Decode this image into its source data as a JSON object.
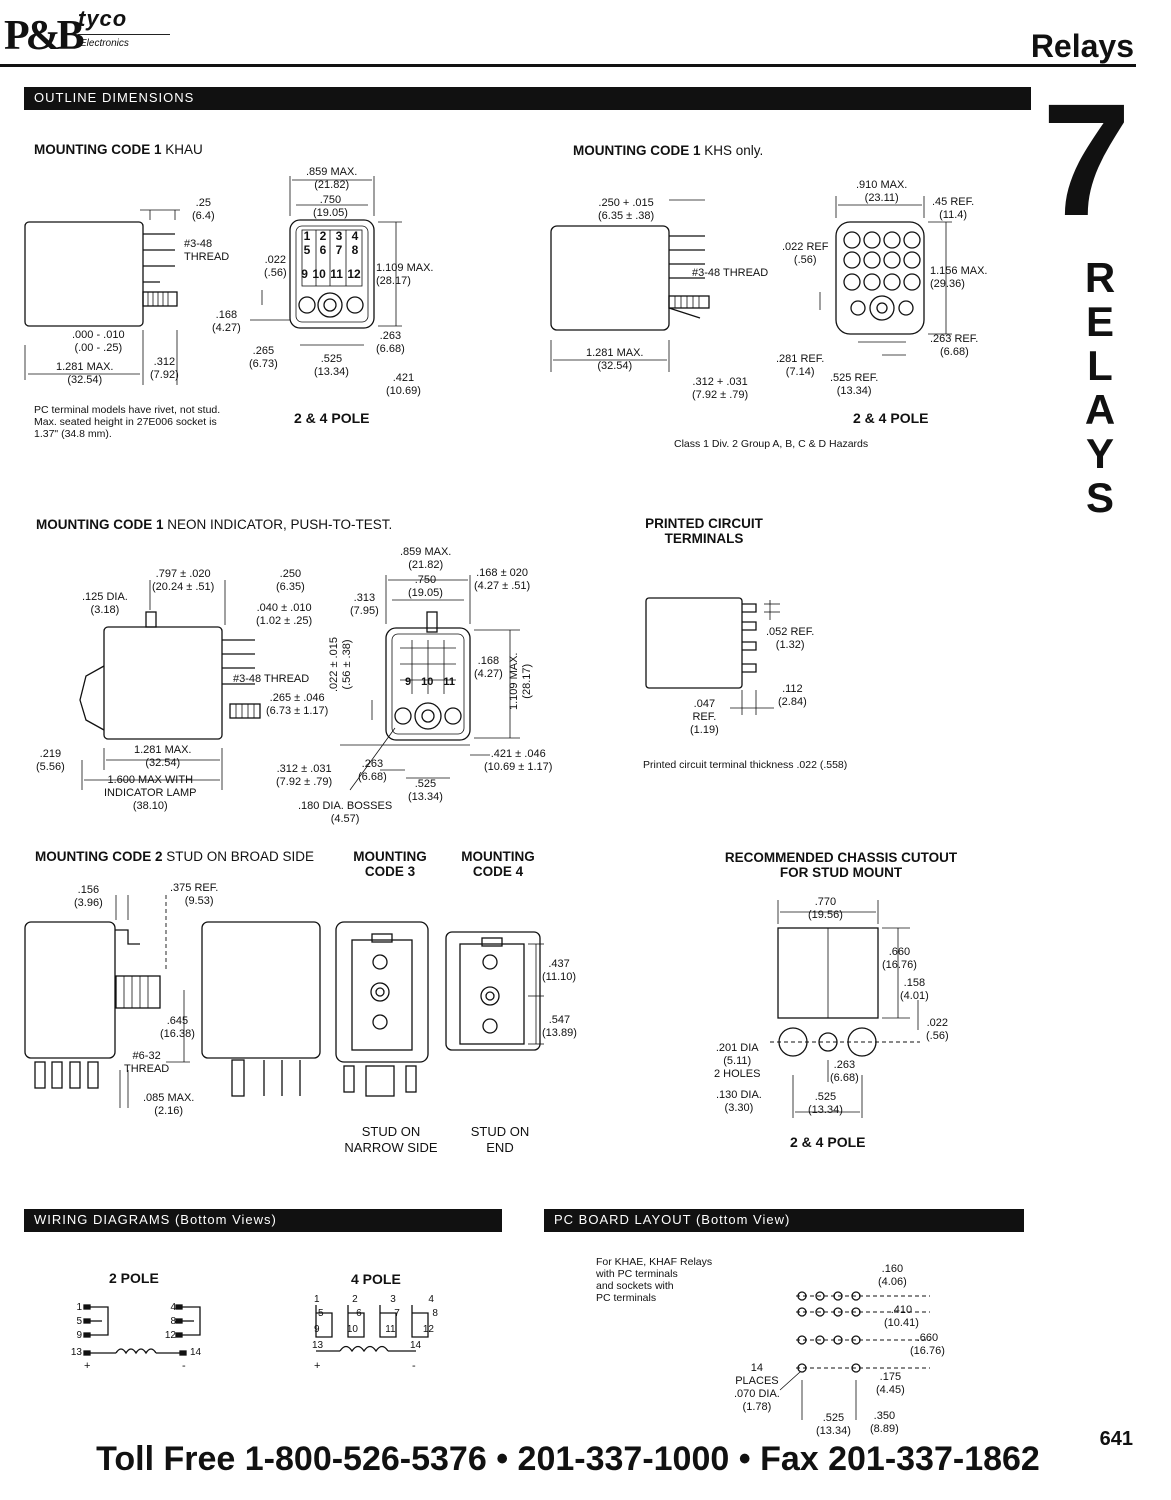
{
  "header": {
    "logo_pb": "P&B",
    "logo_tyco": "tyco",
    "logo_electronics": "Electronics",
    "title": "Relays"
  },
  "side_tab": {
    "number": "7",
    "word": [
      "R",
      "E",
      "L",
      "A",
      "Y",
      "S"
    ]
  },
  "sections": {
    "outline": "OUTLINE DIMENSIONS",
    "wiring": "WIRING DIAGRAMS (Bottom Views)",
    "pcb": "PC BOARD LAYOUT (Bottom View)"
  },
  "mc1_khau": {
    "heading_bold": "MOUNTING CODE 1",
    "heading_normal": "KHAU",
    "dim_859": ".859 MAX.",
    "dim_2182": "(21.82)",
    "dim_750": ".750",
    "dim_1905": "(19.05)",
    "dim_25": ".25",
    "dim_64": "(6.4)",
    "thread": "#3-48\nTHREAD",
    "dim_022": ".022",
    "dim_056": "(.56)",
    "dim_1109": "1.109 MAX.",
    "dim_2817": "(28.17)",
    "dim_168": ".168",
    "dim_427": "(4.27)",
    "dim_000": ".000 - .010",
    "dim_00": "(.00 - .25)",
    "dim_1281": "1.281 MAX.",
    "dim_3254": "(32.54)",
    "dim_312": ".312",
    "dim_792": "(7.92)",
    "dim_265": ".265",
    "dim_673": "(6.73)",
    "dim_525": ".525",
    "dim_1334": "(13.34)",
    "dim_263": ".263",
    "dim_668": "(6.68)",
    "dim_421": ".421",
    "dim_1069": "(10.69)",
    "pins": [
      "1",
      "2",
      "3",
      "4",
      "5",
      "6",
      "7",
      "8",
      "9",
      "10",
      "11",
      "12"
    ],
    "note": "PC terminal models have rivet, not stud.\nMax. seated height in 27E006 socket is\n1.37\" (34.8 mm).",
    "pole": "2 & 4 POLE"
  },
  "mc1_khs": {
    "heading_bold": "MOUNTING CODE 1",
    "heading_normal": "KHS only.",
    "dim_250": ".250 + .015",
    "dim_635": "(6.35 ± .38)",
    "dim_910": ".910 MAX.",
    "dim_2311": "(23.11)",
    "dim_45": ".45 REF.",
    "dim_114": "(11.4)",
    "dim_022": ".022 REF",
    "dim_056": "(.56)",
    "thread": "#3-48 THREAD",
    "dim_1156": "1.156 MAX.",
    "dim_2936": "(29.36)",
    "dim_263": ".263 REF.",
    "dim_668": "(6.68)",
    "dim_1281": "1.281 MAX.",
    "dim_3254": "(32.54)",
    "dim_281": ".281 REF.",
    "dim_714": "(7.14)",
    "dim_525": ".525 REF.",
    "dim_1334": "(13.34)",
    "dim_312": ".312 + .031",
    "dim_792": "(7.92 ± .79)",
    "pole": "2 & 4 POLE",
    "class_note": "Class 1 Div. 2 Group A, B, C & D Hazards"
  },
  "mc1_neon": {
    "heading_bold": "MOUNTING CODE 1",
    "heading_normal": "NEON INDICATOR, PUSH-TO-TEST.",
    "dim_797": ".797 ± .020",
    "dim_2024": "(20.24 ± .51)",
    "dim_250": ".250",
    "dim_635": "(6.35)",
    "dim_125": ".125 DIA.",
    "dim_318": "(3.18)",
    "dim_040": ".040 ± .010",
    "dim_102": "(1.02 ± .25)",
    "thread": "#3-48 THREAD",
    "dim_265": ".265 ± .046",
    "dim_673": "(6.73 ± 1.17)",
    "dim_219": ".219",
    "dim_556": "(5.56)",
    "dim_1281": "1.281 MAX.",
    "dim_3254": "(32.54)",
    "dim_1600": "1.600 MAX WITH\nINDICATOR LAMP",
    "dim_3810": "(38.10)",
    "dim_312": ".312 ± .031",
    "dim_792": "(7.92 ± .79)",
    "dim_859": ".859 MAX.",
    "dim_2182": "(21.82)",
    "dim_750": ".750",
    "dim_1905": "(19.05)",
    "dim_168a": ".168 ± 020",
    "dim_427a": "(4.27 ± .51)",
    "dim_313": ".313",
    "dim_795": "(7.95)",
    "dim_022v": ".022 ± .015",
    "dim_056v": "(.56 ± .38)",
    "dim_168": ".168",
    "dim_427": "(4.27)",
    "dim_1109v": "1.109 MAX.",
    "dim_2817v": "(28.17)",
    "dim_263": ".263",
    "dim_668": "(6.68)",
    "dim_525": ".525",
    "dim_1334": "(13.34)",
    "dim_421": ".421 ± .046",
    "dim_1069": "(10.69 ± 1.17)",
    "dim_180": ".180 DIA. BOSSES",
    "dim_457": "(4.57)",
    "pins": [
      "9",
      "10",
      "11"
    ]
  },
  "pc_terminals": {
    "heading": "PRINTED CIRCUIT\nTERMINALS",
    "dim_052": ".052 REF.",
    "dim_132": "(1.32)",
    "dim_112": ".112",
    "dim_284": "(2.84)",
    "dim_047": ".047\nREF.",
    "dim_119": "(1.19)",
    "note": "Printed circuit terminal thickness .022 (.558)"
  },
  "mc2": {
    "heading_bold": "MOUNTING CODE 2",
    "heading_normal": "STUD ON BROAD SIDE",
    "dim_156": ".156",
    "dim_396": "(3.96)",
    "dim_375": ".375 REF.",
    "dim_953": "(9.53)",
    "dim_645": ".645",
    "dim_1638": "(16.38)",
    "thread": "#6-32\nTHREAD",
    "dim_085": ".085 MAX.",
    "dim_216": "(2.16)"
  },
  "mc3": {
    "heading": "MOUNTING\nCODE 3",
    "caption": "STUD ON\nNARROW SIDE"
  },
  "mc4": {
    "heading": "MOUNTING\nCODE 4",
    "caption": "STUD ON\nEND",
    "dim_437": ".437",
    "dim_1110": "(11.10)",
    "dim_547": ".547",
    "dim_1389": "(13.89)"
  },
  "cutout": {
    "heading": "RECOMMENDED CHASSIS CUTOUT\nFOR STUD MOUNT",
    "dim_770": ".770",
    "dim_1956": "(19.56)",
    "dim_660": ".660",
    "dim_1676": "(16.76)",
    "dim_158": ".158",
    "dim_401": "(4.01)",
    "dim_022": ".022",
    "dim_056": "(.56)",
    "dim_201": ".201 DIA",
    "dim_511": "(5.11)",
    "holes": "2 HOLES",
    "dim_263": ".263",
    "dim_668": "(6.68)",
    "dim_130": ".130 DIA.",
    "dim_330": "(3.30)",
    "dim_525": ".525",
    "dim_1334": "(13.34)",
    "pole": "2 & 4 POLE"
  },
  "wiring": {
    "two_pole": "2 POLE",
    "four_pole": "4 POLE",
    "two_pole_left": [
      "1",
      "5",
      "9",
      "13"
    ],
    "two_pole_right": [
      "4",
      "8",
      "12",
      "14"
    ],
    "four_pole_top": [
      "1",
      "2",
      "3",
      "4"
    ],
    "four_pole_mid": [
      "5",
      "6",
      "7",
      "8"
    ],
    "four_pole_bot": [
      "9",
      "10",
      "11",
      "12"
    ],
    "coil": [
      "13",
      "14"
    ],
    "plus": "+",
    "minus": "-"
  },
  "pcb_layout": {
    "note": "For KHAE, KHAF Relays\nwith PC terminals\nand sockets with\nPC terminals",
    "dim_160": ".160",
    "dim_406": "(4.06)",
    "dim_410": ".410",
    "dim_1041": "(10.41)",
    "dim_660": ".660",
    "dim_1676": "(16.76)",
    "dim_14": "14\nPLACES\n.070 DIA.",
    "dim_178": "(1.78)",
    "dim_175": ".175",
    "dim_445": "(4.45)",
    "dim_525": ".525",
    "dim_1334": "(13.34)",
    "dim_350": ".350",
    "dim_889": "(8.89)"
  },
  "footer": "Toll Free 1-800-526-5376 • 201-337-1000 • Fax 201-337-1862",
  "page_number": "641"
}
